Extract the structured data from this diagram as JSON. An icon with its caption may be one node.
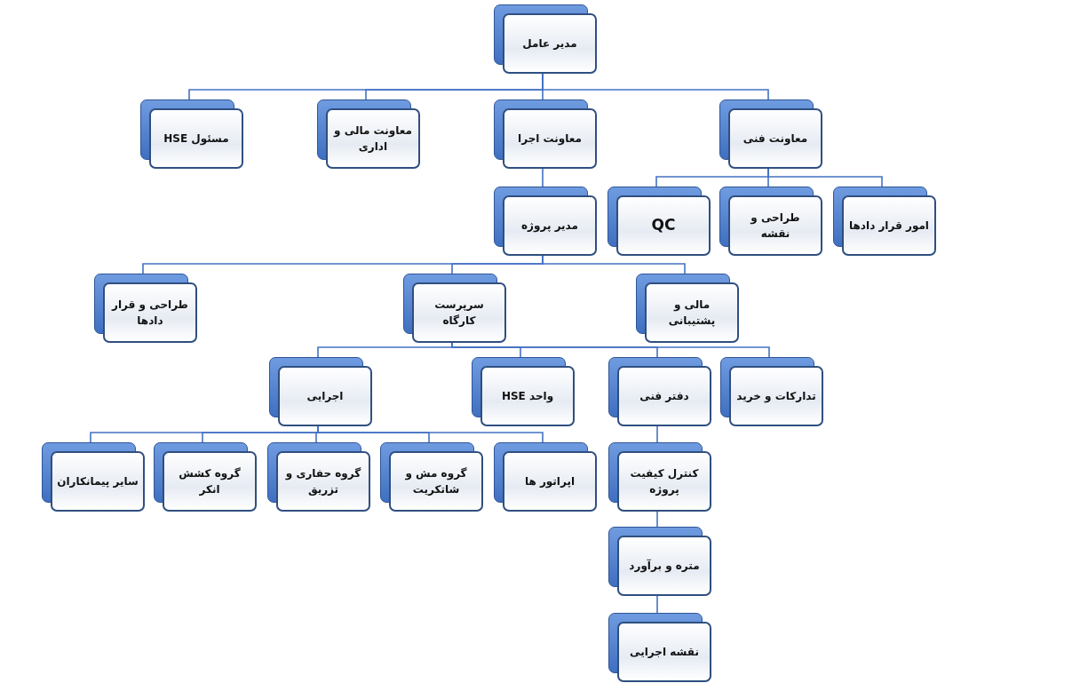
{
  "diagram": {
    "nodes": [
      {
        "text": [
          "مدیر عامل"
        ]
      },
      {
        "text": [
          "مسئول HSE"
        ]
      },
      {
        "text": [
          "معاونت مالی و اداری"
        ]
      },
      {
        "text": [
          "معاونت اجرا"
        ]
      },
      {
        "text": [
          "معاونت فنی"
        ]
      },
      {
        "text": [
          "مدیر پروژه"
        ]
      },
      {
        "text": [
          "QC"
        ]
      },
      {
        "text": [
          "طراحی و نقشه"
        ]
      },
      {
        "text": [
          "امور قرار دادها"
        ]
      },
      {
        "text": [
          "طراحی و قرار دادها"
        ]
      },
      {
        "text": [
          "سرپرست کارگاه"
        ]
      },
      {
        "text": [
          "مالی و پشتیبانی"
        ]
      },
      {
        "text": [
          "اجرایی"
        ]
      },
      {
        "text": [
          "واحد HSE"
        ]
      },
      {
        "text": [
          "دفتر فنی"
        ]
      },
      {
        "text": [
          "تدارکات و خرید"
        ]
      },
      {
        "text": [
          "سایر پیمانکاران"
        ]
      },
      {
        "text": [
          "گروه کشش انکر"
        ]
      },
      {
        "text": [
          "گروه حفاری و تزریق"
        ]
      },
      {
        "text": [
          "گروه مش و شاتکریت"
        ]
      },
      {
        "text": [
          "اپراتور ها"
        ]
      },
      {
        "text": [
          "کنترل کیفیت پروژه"
        ]
      },
      {
        "text": [
          "متره و برآورد"
        ]
      },
      {
        "text": [
          "نقشه اجرایی"
        ]
      }
    ],
    "edges": [
      {
        "from": 0,
        "to": 1,
        "arrow": "none"
      },
      {
        "from": 0,
        "to": 2,
        "arrow": "none"
      },
      {
        "from": 0,
        "to": 3,
        "arrow": "none"
      },
      {
        "from": 0,
        "to": 4,
        "arrow": "none"
      },
      {
        "from": 3,
        "to": 5,
        "arrow": "none"
      },
      {
        "from": 4,
        "to": 6,
        "arrow": "none"
      },
      {
        "from": 4,
        "to": 7,
        "arrow": "none"
      },
      {
        "from": 4,
        "to": 8,
        "arrow": "none"
      },
      {
        "from": 5,
        "to": 9,
        "arrow": "none"
      },
      {
        "from": 5,
        "to": 10,
        "arrow": "none"
      },
      {
        "from": 5,
        "to": 11,
        "arrow": "none"
      },
      {
        "from": 10,
        "to": 12,
        "arrow": "none"
      },
      {
        "from": 10,
        "to": 13,
        "arrow": "none"
      },
      {
        "from": 10,
        "to": 14,
        "arrow": "none"
      },
      {
        "from": 10,
        "to": 15,
        "arrow": "none"
      },
      {
        "from": 12,
        "to": 16,
        "arrow": "none"
      },
      {
        "from": 12,
        "to": 17,
        "arrow": "none"
      },
      {
        "from": 12,
        "to": 18,
        "arrow": "none"
      },
      {
        "from": 12,
        "to": 19,
        "arrow": "none"
      },
      {
        "from": 12,
        "to": 20,
        "arrow": "none"
      },
      {
        "from": 14,
        "to": 21,
        "arrow": "none"
      },
      {
        "from": 21,
        "to": 22,
        "arrow": "none"
      },
      {
        "from": 22,
        "to": 23,
        "arrow": "none"
      }
    ]
  }
}
